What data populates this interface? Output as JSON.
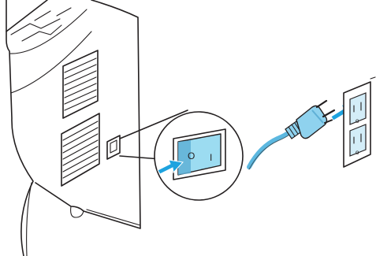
{
  "diagram": {
    "illustration": "printer-power-off-and-unplug",
    "colors": {
      "line": "#231f20",
      "switch_face": "#9cdcf1",
      "switch_shade": "#5fb0d6",
      "arrow": "#1ea3df",
      "cord": "#5cb8e0",
      "plug": "#8fd2ee",
      "outlet_face": "#d3edf8"
    },
    "switch_labels": {
      "off_symbol": "O",
      "on_symbol": "I"
    },
    "outlet_marks": {
      "ground_mark": "o"
    }
  }
}
